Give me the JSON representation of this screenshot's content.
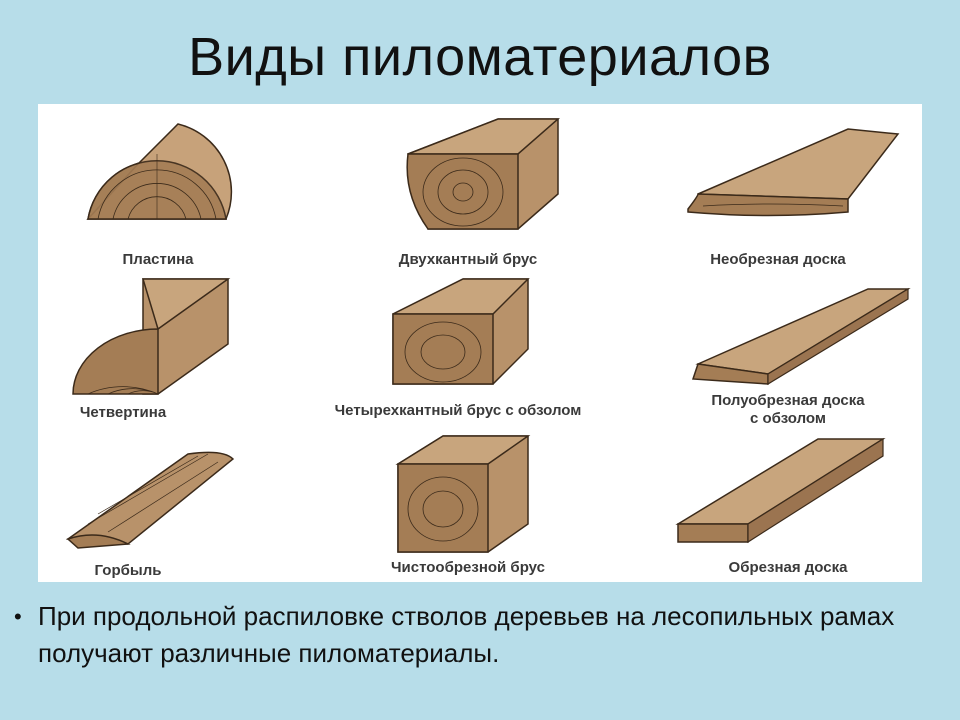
{
  "title": "Виды пиломатериалов",
  "items": [
    {
      "label": "Пластина"
    },
    {
      "label": "Двухкантный брус"
    },
    {
      "label": "Необрезная доска"
    },
    {
      "label": "Четвертина"
    },
    {
      "label": "Четырехкантный брус с обзолом"
    },
    {
      "label": "Полуобрезная доска\nс обзолом"
    },
    {
      "label": "Горбыль"
    },
    {
      "label": "Чистообрезной брус"
    },
    {
      "label": "Обрезная доска"
    }
  ],
  "bullet": "При продольной распиловке стволов деревьев на лесопильных рамах получают различные пиломатериалы.",
  "colors": {
    "background": "#b7dde9",
    "wood": "#b8926a",
    "wood_dark": "#8a6642",
    "grain": "#3b2a1a"
  }
}
